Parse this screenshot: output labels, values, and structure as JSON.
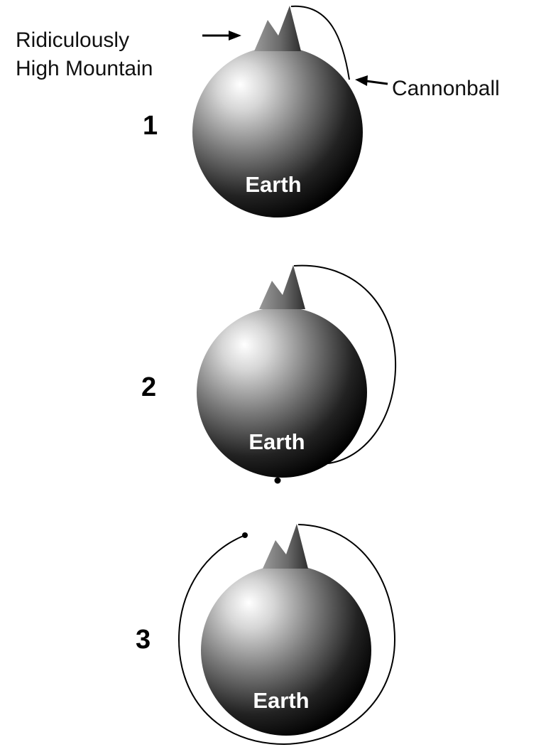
{
  "diagram": {
    "labels": {
      "mountain": [
        "Ridiculously",
        "High Mountain"
      ],
      "cannonball": "Cannonball"
    },
    "panels": [
      {
        "number": "1",
        "planet_label": "Earth"
      },
      {
        "number": "2",
        "planet_label": "Earth"
      },
      {
        "number": "3",
        "planet_label": "Earth"
      }
    ],
    "colors": {
      "sphere_light": "#ffffff",
      "sphere_mid": "#8a8a8a",
      "sphere_dark": "#000000",
      "mountain_light": "#9a9a9a",
      "mountain_dark": "#3a3a3a",
      "line": "#000000"
    }
  }
}
